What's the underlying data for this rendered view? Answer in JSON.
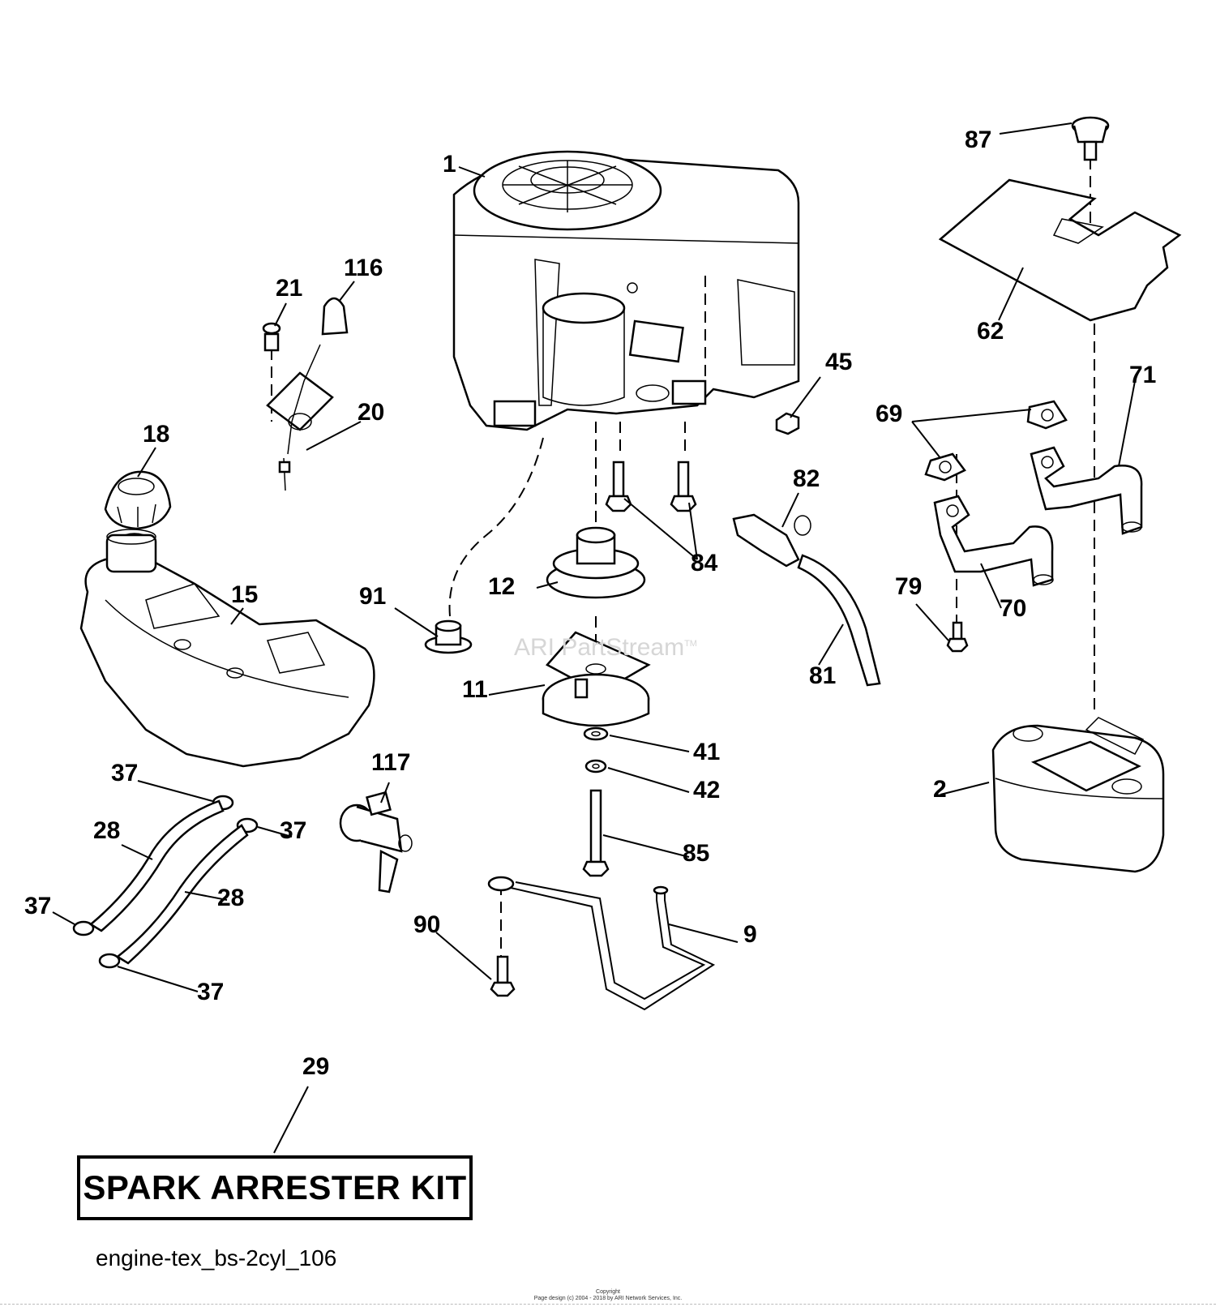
{
  "diagram": {
    "callouts": {
      "c1": "1",
      "c87": "87",
      "c62": "62",
      "c116": "116",
      "c21": "21",
      "c20": "20",
      "c45": "45",
      "c69": "69",
      "c71": "71",
      "c18": "18",
      "c82": "82",
      "c84": "84",
      "c12": "12",
      "c91": "91",
      "c15": "15",
      "c79": "79",
      "c70": "70",
      "c81": "81",
      "c11": "11",
      "c41": "41",
      "c117": "117",
      "c37a": "37",
      "c2": "2",
      "c42": "42",
      "c37b": "37",
      "c28a": "28",
      "c85": "85",
      "c37c": "37",
      "c28b": "28",
      "c90": "90",
      "c9": "9",
      "c37d": "37",
      "c29": "29"
    },
    "kit_label": "SPARK ARRESTER KIT",
    "diagram_id": "engine-tex_bs-2cyl_106",
    "watermark": "ARI PartStream",
    "watermark_tm": "TM",
    "copyright_line1": "Copyright",
    "copyright_line2": "Page design (c) 2004 - 2018 by ARI Network Services, Inc."
  }
}
